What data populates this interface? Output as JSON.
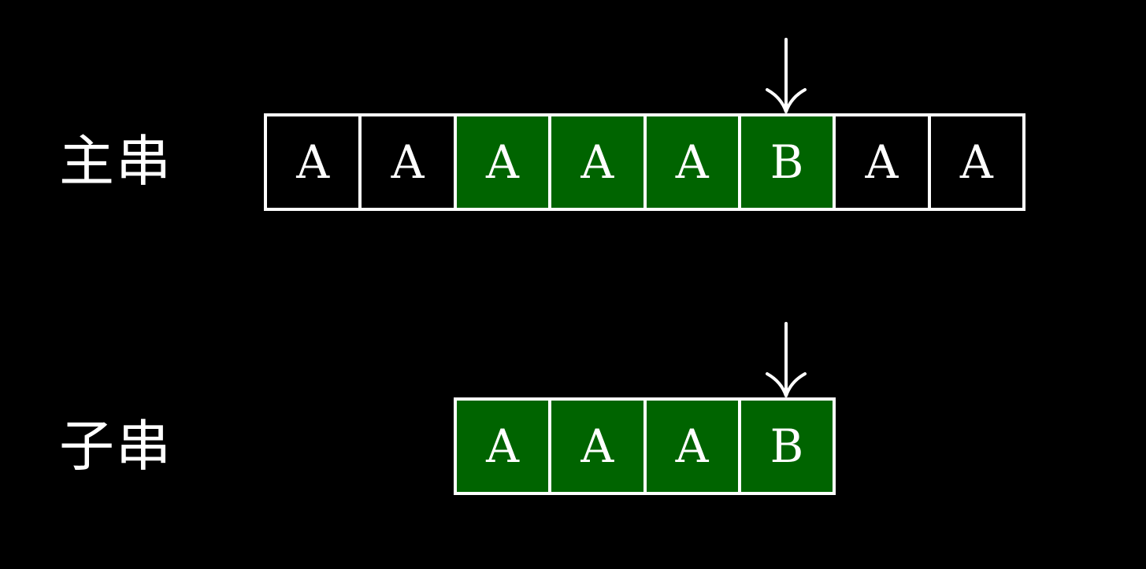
{
  "main_string": {
    "label": "主串",
    "cells": [
      {
        "char": "A",
        "highlighted": false
      },
      {
        "char": "A",
        "highlighted": false
      },
      {
        "char": "A",
        "highlighted": true
      },
      {
        "char": "A",
        "highlighted": true
      },
      {
        "char": "A",
        "highlighted": true
      },
      {
        "char": "B",
        "highlighted": true
      },
      {
        "char": "A",
        "highlighted": false
      },
      {
        "char": "A",
        "highlighted": false
      }
    ],
    "pointer_index": 5
  },
  "sub_string": {
    "label": "子串",
    "cells": [
      {
        "char": "A",
        "highlighted": true
      },
      {
        "char": "A",
        "highlighted": true
      },
      {
        "char": "A",
        "highlighted": true
      },
      {
        "char": "B",
        "highlighted": true
      }
    ],
    "pointer_index": 3
  },
  "colors": {
    "background": "#000000",
    "highlight": "#006400",
    "normal": "#000000",
    "border": "#ffffff",
    "text": "#ffffff"
  },
  "icons": {
    "pointer": "down-arrow-icon"
  }
}
